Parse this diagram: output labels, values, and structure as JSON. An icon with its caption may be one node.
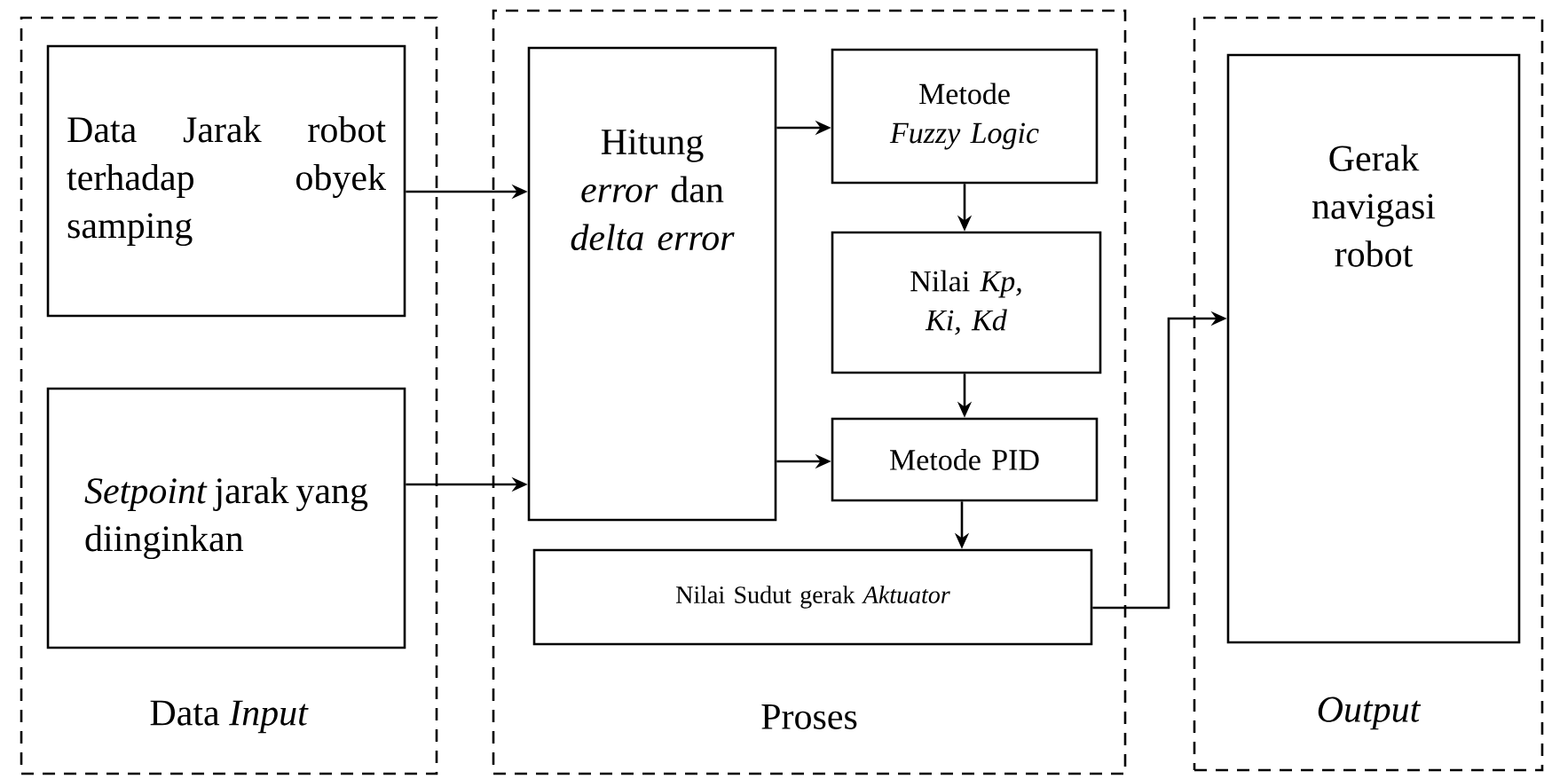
{
  "diagram": {
    "nodes": [
      {
        "text": [
          "Data *Input*"
        ]
      },
      {
        "text": [
          "Data Jarak robot terhadap obyek samping"
        ],
        "in": 0
      },
      {
        "text": [
          "*Setpoint* jarak yang diinginkan"
        ],
        "in": 0
      },
      {
        "text": [
          "Proses"
        ]
      },
      {
        "text": [
          "Hitung *error* dan *delta error*"
        ],
        "in": 3
      },
      {
        "text": [
          "Metode *Fuzzy Logic*"
        ],
        "in": 3
      },
      {
        "text": [
          "Nilai *Kp, Ki, Kd*"
        ],
        "in": 3
      },
      {
        "text": [
          "Metode PID"
        ],
        "in": 3
      },
      {
        "text": [
          "Nilai Sudut gerak *Aktuator*"
        ],
        "in": 3
      },
      {
        "text": [
          "Output"
        ]
      },
      {
        "text": [
          "Gerak navigasi robot"
        ],
        "in": 9
      }
    ],
    "edges": [
      {
        "from": 1,
        "to": 4,
        "arrow": "to"
      },
      {
        "from": 2,
        "to": 4,
        "arrow": "to"
      },
      {
        "from": 4,
        "to": 5,
        "arrow": "to"
      },
      {
        "from": 4,
        "to": 7,
        "arrow": "to"
      },
      {
        "from": 5,
        "to": 6,
        "arrow": "to"
      },
      {
        "from": 6,
        "to": 7,
        "arrow": "to"
      },
      {
        "from": 7,
        "to": 8,
        "arrow": "to"
      },
      {
        "from": 8,
        "to": 10,
        "arrow": "to"
      }
    ]
  }
}
